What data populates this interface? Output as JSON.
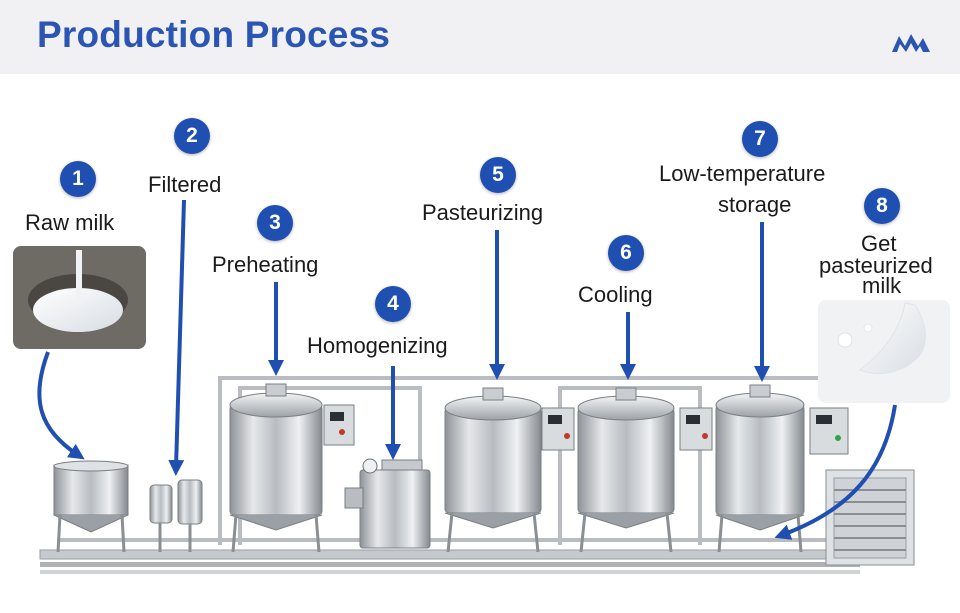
{
  "header": {
    "title": "Production Process"
  },
  "steps": [
    {
      "number": "1",
      "label": "Raw milk"
    },
    {
      "number": "2",
      "label": "Filtered"
    },
    {
      "number": "3",
      "label": "Preheating"
    },
    {
      "number": "4",
      "label": "Homogenizing"
    },
    {
      "number": "5",
      "label": "Pasteurizing"
    },
    {
      "number": "6",
      "label": "Cooling"
    },
    {
      "number": "7",
      "label_line1": "Low-temperature",
      "label_line2": "storage"
    },
    {
      "number": "8",
      "label_line1": "Get",
      "label_line2": "pasteurized",
      "label_line3": "milk"
    }
  ],
  "colors": {
    "accent": "#1f4fb0",
    "title": "#2a55b2",
    "header_bg": "#f1f1f3",
    "steel": "#c9ccd0"
  }
}
